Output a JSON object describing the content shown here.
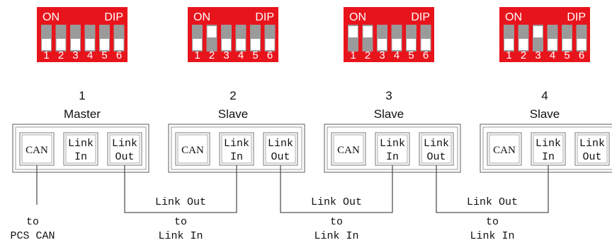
{
  "dip_label_on": "ON",
  "dip_label_dip": "DIP",
  "switch_numbers": [
    "1",
    "2",
    "3",
    "4",
    "5",
    "6"
  ],
  "colors": {
    "dip_body": "#e8141c",
    "switch_slot": "#9a9a9a",
    "lever": "#ffffff",
    "line": "#555555",
    "text": "#111111"
  },
  "units": [
    {
      "number": "1",
      "role": "Master",
      "ports": [
        "CAN",
        "Link\nIn",
        "Link\nOut"
      ],
      "switch_on": [
        false,
        false,
        false,
        false,
        false,
        false
      ]
    },
    {
      "number": "2",
      "role": "Slave",
      "ports": [
        "CAN",
        "Link\nIn",
        "Link\nOut"
      ],
      "switch_on": [
        false,
        true,
        false,
        false,
        false,
        false
      ]
    },
    {
      "number": "3",
      "role": "Slave",
      "ports": [
        "CAN",
        "Link\nIn",
        "Link\nOut"
      ],
      "switch_on": [
        true,
        true,
        false,
        false,
        false,
        false
      ]
    },
    {
      "number": "4",
      "role": "Slave",
      "ports": [
        "CAN",
        "Link\nIn",
        "Link\nOut"
      ],
      "switch_on": [
        false,
        false,
        true,
        false,
        false,
        false
      ]
    }
  ],
  "cable_labels": [
    {
      "top": "Link Out",
      "mid": "to",
      "bottom": "Link In"
    },
    {
      "top": "Link Out",
      "mid": "to",
      "bottom": "Link In"
    },
    {
      "top": "Link Out",
      "mid": "to",
      "bottom": "Link In"
    }
  ],
  "pcs_label": {
    "mid": "to",
    "bottom": "PCS CAN"
  }
}
